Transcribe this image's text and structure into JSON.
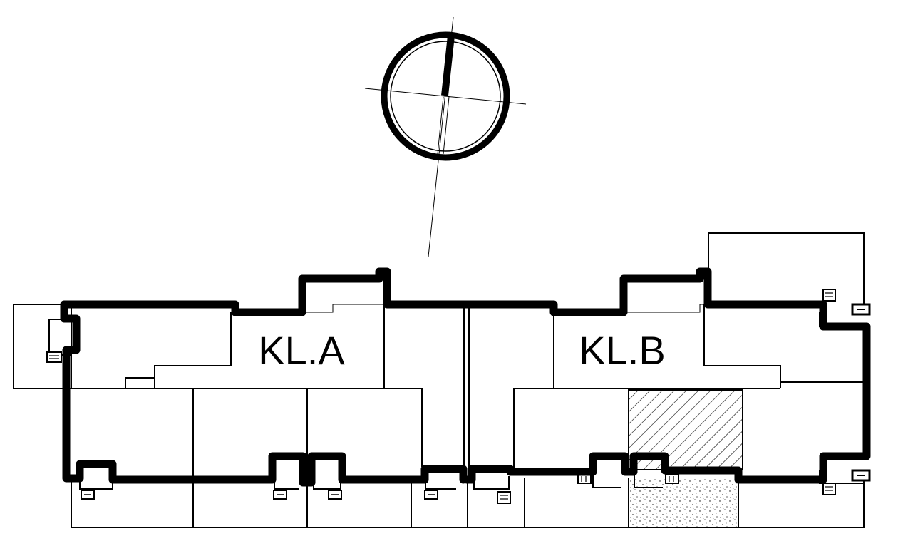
{
  "blocks": [
    {
      "id": "a",
      "label": "KL.A"
    },
    {
      "id": "b",
      "label": "KL.B"
    }
  ],
  "north_arrow": {
    "symbol": "compass"
  },
  "legend_patterns": [
    "diagonal-hatch",
    "stipple"
  ],
  "colors": {
    "line": "#000000",
    "background": "#ffffff"
  }
}
